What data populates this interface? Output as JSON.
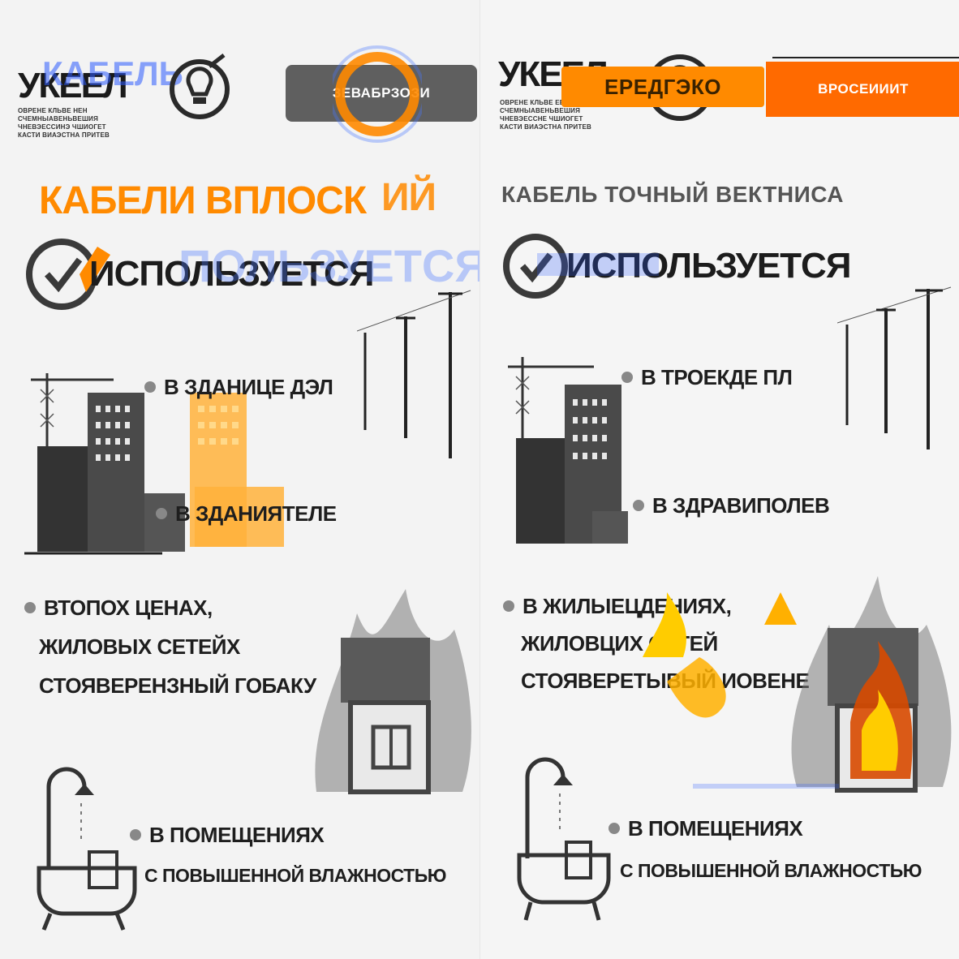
{
  "left": {
    "brand": "УКЕЕЛ",
    "brand_ghost": "КАБЕЛЬ",
    "tagline": [
      "ОВРЕНЕ КЛЬВЕ НЕН",
      "СЧЕМНЫАВЕНЬВЕШИЯ",
      "ЧНЕВЭЕССИНЭ ЧШИОГЕТ",
      "КАСТИ ВИАЭСТНА ПРИТЕВ"
    ],
    "pill": "ЗЕВАБРЗОЗИ",
    "headline_orange": "КАБЕЛИ ВПЛОСК",
    "headline_ghost": "ИЙ",
    "subhead": "ИСПОЛЬЗУЕТСЯ",
    "subhead_ghost": "ПОЛЬЗУЕТСЯ",
    "bullet_1": "В ЗДАНИЦЕ ДЭЛ",
    "bullet_2": "В ЗДАНИЯТЕЛЕ",
    "bullet_3_lines": [
      "ВТОПОХ ЦЕНАХ,",
      "ЖИЛОВЫХ СЕТЕЙХ",
      "СТОЯВЕРЕНЗНЫЙ ГОБАКУ"
    ],
    "bullet_4_lines": [
      "В ПОМЕЩЕНИЯХ",
      "С ПОВЫШЕННОЙ ВЛАЖНОСТЬЮ"
    ]
  },
  "right": {
    "brand": "УКЕЕЛ",
    "tagline": [
      "ОВРЕНЕ КЛЬВЕ ЕЕН",
      "СЧЕМНЫАВЕНЬВЕШИЯ",
      "ЧНЕВЭЕССНЕ ЧШИОГЕТ",
      "КАСТИ ВИАЭСТНА ПРИТЕВ"
    ],
    "pill_mid": "ЕРЕДГЭКО",
    "pill_right": "ВРОСЕИИИТ",
    "heading": "КАБЕЛЬ ТОЧНЫЙ ВЕКТНИСА",
    "subhead": "ИСПОЛЬЗУЕТСЯ",
    "bullet_1": "В ТРОЕКДЕ ПЛ",
    "bullet_2": "В ЗДРАВИПОЛЕВ",
    "bullet_3_lines": [
      "В ЖИЛЫЕЦДЕНИЯХ,",
      "ЖИЛОВЦИХ СЕТЕЙ",
      "СТОЯВЕРЕТЫВЫЙ ИОВЕНЕ"
    ],
    "bullet_4_lines": [
      "В ПОМЕЩЕНИЯХ",
      "С ПОВЫШЕННОЙ ВЛАЖНОСТЬЮ"
    ]
  },
  "colors": {
    "orange": "#ff8a00",
    "orange_deep": "#ff6a00",
    "blue": "#2d5bff",
    "dark": "#1c1c1c",
    "grey_pill": "#5f5f5f",
    "fire_red": "#d84a00",
    "fire_yellow": "#ffcc00"
  },
  "icons": [
    "lightbulb-icon",
    "checkmark-circle-icon",
    "building-crane-icon",
    "power-pole-icon",
    "house-fire-icon",
    "bath-shower-icon"
  ]
}
